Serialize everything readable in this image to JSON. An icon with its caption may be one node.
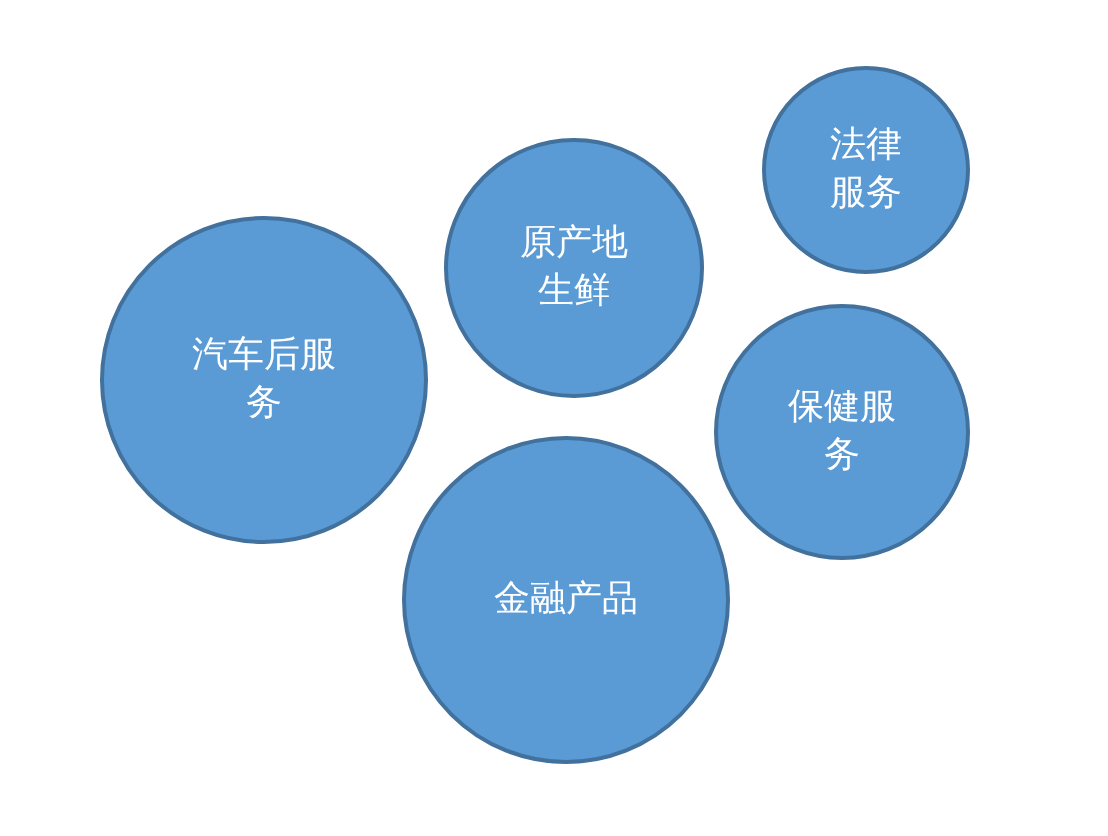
{
  "diagram": {
    "nodes": [
      {
        "text": [
          "汽车后服务"
        ]
      },
      {
        "text": [
          "原产地生鲜"
        ]
      },
      {
        "text": [
          "法律服务"
        ]
      },
      {
        "text": [
          "保健服务"
        ]
      },
      {
        "text": [
          "金融产品"
        ]
      }
    ]
  }
}
